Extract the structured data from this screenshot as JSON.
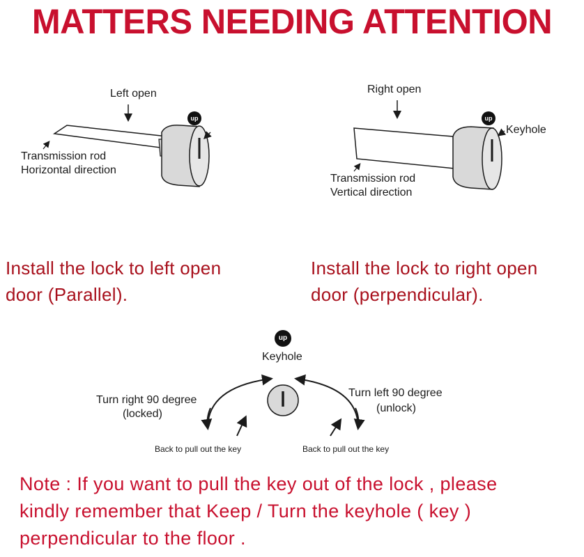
{
  "title": "MATTERS NEEDING ATTENTION",
  "left_diagram": {
    "direction_label": "Left open",
    "badge": "up",
    "rod_label_line1": "Transmission rod",
    "rod_label_line2": "Horizontal direction"
  },
  "right_diagram": {
    "direction_label": "Right open",
    "badge": "up",
    "keyhole_label": "Keyhole",
    "rod_label_line1": "Transmission rod",
    "rod_label_line2": "Vertical direction"
  },
  "instructions": {
    "left_line1": "Install the lock to left open",
    "left_line2": "door (Parallel).",
    "right_line1": "Install the lock to right open",
    "right_line2": "door (perpendicular)."
  },
  "keyhole_diagram": {
    "badge": "up",
    "keyhole_label": "Keyhole",
    "turn_right_line1": "Turn right 90 degree",
    "turn_right_line2": "(locked)",
    "turn_left_line1": "Turn left 90 degree",
    "turn_left_line2": "(unlock)",
    "back_left": "Back to pull out the key",
    "back_right": "Back to pull out the key"
  },
  "note": {
    "line1": "Note : If you want to pull the key out of the lock , please",
    "line2": "kindly remember that Keep / Turn the keyhole ( key )",
    "line3": "perpendicular to the floor ."
  },
  "colors": {
    "title_red": "#c8102e",
    "text_red": "#a8101c",
    "lock_gray": "#d9d9d9",
    "line": "#1a1a1a"
  }
}
